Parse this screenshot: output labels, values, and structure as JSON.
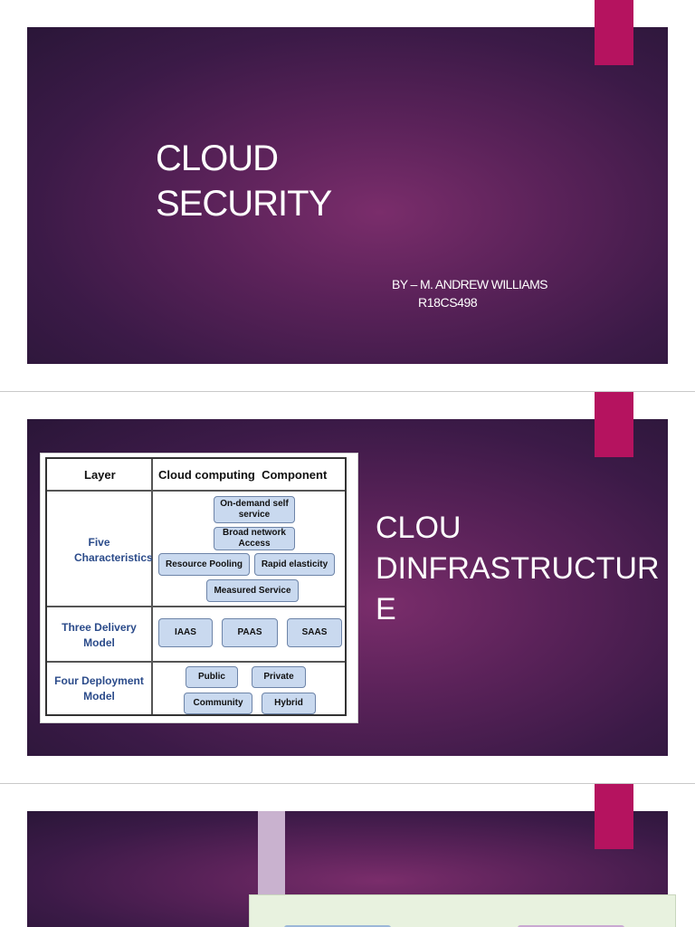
{
  "slides": [
    {
      "title": [
        "CLOUD",
        "SECURITY"
      ],
      "byline": "BY – M. ANDREW WILLIAMS",
      "reg_no": "R18CS498"
    },
    {
      "title": [
        "CLOU",
        "DINFRASTRUCTUR",
        "E"
      ],
      "table": {
        "header_layer": "Layer",
        "header_component": "Cloud computing  Component",
        "rows": [
          {
            "layer": "Five Characteristics",
            "components": [
              "On-demand self service",
              "Broad network Access",
              "Resource Pooling",
              "Rapid elasticity",
              "Measured Service"
            ]
          },
          {
            "layer": "Three Delivery Model",
            "components": [
              "IAAS",
              "PAAS",
              "SAAS"
            ]
          },
          {
            "layer": "Four Deployment Model",
            "components": [
              "Public",
              "Private",
              "Community",
              "Hybrid"
            ]
          }
        ]
      }
    },
    {
      "title": []
    }
  ],
  "colors": {
    "accent": "#b5135f",
    "slide_dark": "#2a1638",
    "slide_mid": "#7a2d6b",
    "pill_fill": "#c9d9ef",
    "layer_text": "#2b4b8a"
  }
}
